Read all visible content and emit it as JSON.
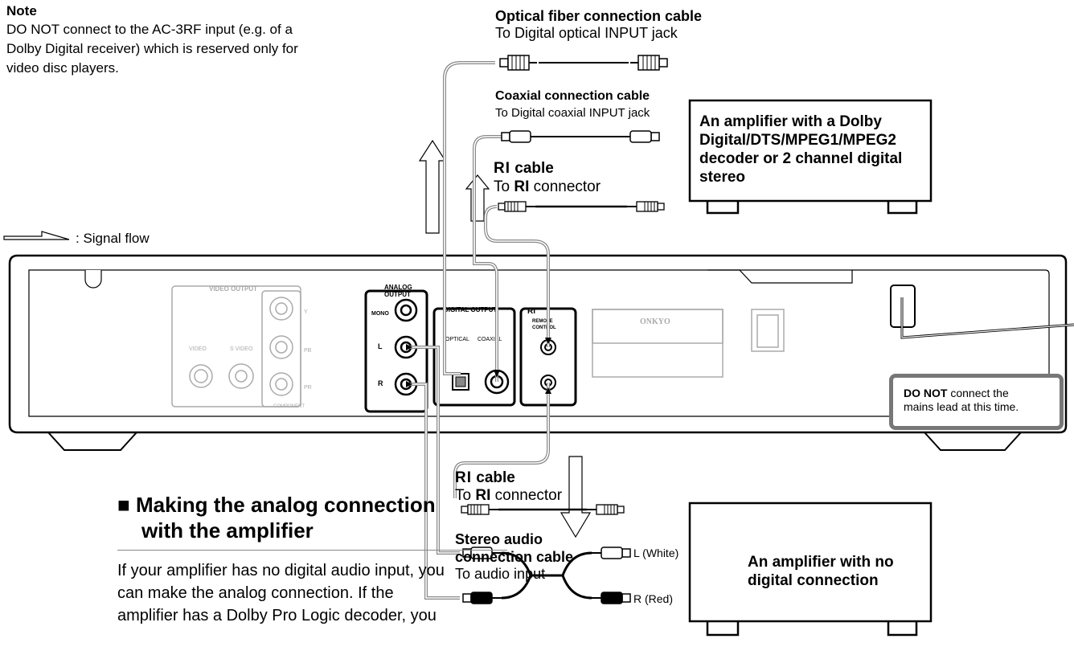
{
  "note": {
    "title": "Note",
    "body": [
      "DO NOT connect to the AC-3RF input (e.g. of a",
      "Dolby Digital receiver) which is reserved only for",
      "video disc players."
    ]
  },
  "legend": {
    "signal_flow": ": Signal flow"
  },
  "optical_cable": {
    "title": "Optical fiber connection cable",
    "subtitle": "To Digital optical INPUT jack"
  },
  "coaxial_cable": {
    "title": "Coaxial connection cable",
    "subtitle": "To Digital coaxial INPUT jack"
  },
  "ri_cable_top": {
    "title": "cable",
    "subtitle": "connector",
    "subtitle_prefix": "To"
  },
  "ri_cable_bottom": {
    "title": "cable",
    "subtitle": "connector",
    "subtitle_prefix": "To"
  },
  "ri_logo": "RI",
  "amp_digital": {
    "label": [
      "An amplifier with a Dolby",
      "Digital/DTS/MPEG1/MPEG2",
      "decoder or 2 channel digital",
      "stereo"
    ]
  },
  "amp_analog": {
    "label": [
      "An amplifier with no",
      "digital connection"
    ]
  },
  "stereo_cable": {
    "title": [
      "Stereo audio",
      "connection cable"
    ],
    "subtitle": "To audio input",
    "left": "L (White)",
    "right": "R (Red)"
  },
  "warning": {
    "strong": "DO NOT",
    "rest1": " connect the",
    "rest2": "mains lead at this time."
  },
  "panel": {
    "video_output": "VIDEO OUTPUT",
    "video": "VIDEO",
    "s_video": "S VIDEO",
    "y": "Y",
    "pb": "PB",
    "pr": "PR",
    "component": "COMPONENT",
    "analog_output": [
      "ANALOG",
      "OUTPUT"
    ],
    "mono": "MONO",
    "l": "L",
    "r": "R",
    "digital_output": "DIGITAL OUTPUT",
    "optical": "OPTICAL",
    "coaxial": "COAXIAL",
    "remote_control": [
      "REMOTE",
      "CONTROL"
    ],
    "brand": "ONKYO"
  },
  "section": {
    "bullet": "■",
    "heading": [
      "Making the analog connection",
      "with the amplifier"
    ],
    "body": [
      "If your amplifier has no digital audio input, you",
      "can make the analog connection. If the",
      "amplifier has a Dolby Pro Logic decoder, you"
    ]
  }
}
